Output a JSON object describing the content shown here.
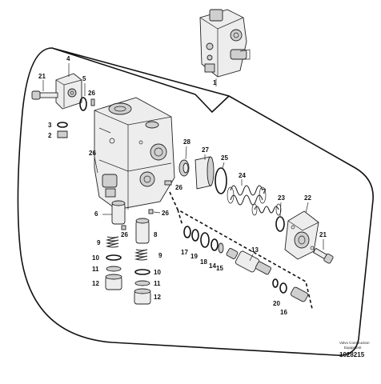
{
  "labels": {
    "l1": "1",
    "l4": "4",
    "l21a": "21",
    "l5": "5",
    "l26a": "26",
    "l3": "3",
    "l2": "2",
    "l26b": "26",
    "l28": "28",
    "l27": "27",
    "l25": "25",
    "l26c": "26",
    "l24": "24",
    "l7": "7",
    "l23": "23",
    "l22": "22",
    "l6": "6",
    "l26d": "26",
    "l26e": "26",
    "l8": "8",
    "l9a": "9",
    "l10a": "10",
    "l11a": "11",
    "l12a": "12",
    "l9b": "9",
    "l10b": "10",
    "l11b": "11",
    "l12b": "12",
    "l17": "17",
    "l19": "19",
    "l18": "18",
    "l14": "14",
    "l15": "15",
    "l13": "13",
    "l21b": "21",
    "l20": "20",
    "l16": "16"
  },
  "footer": {
    "brand_line1": "Volvo Construction",
    "brand_line2": "Equipment",
    "drawing_code": "1028215"
  }
}
